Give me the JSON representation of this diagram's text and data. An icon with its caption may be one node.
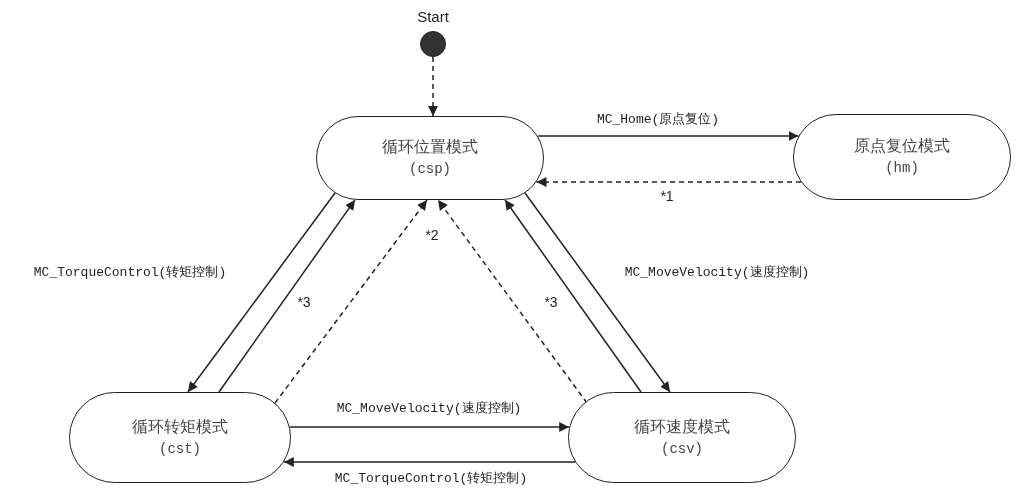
{
  "diagram": {
    "nodes": [
      {
        "text": [],
        "shape": "circle",
        "beside": [
          "Start"
        ]
      },
      {
        "text": [
          "循环位置模式",
          "(csp)"
        ]
      },
      {
        "text": [
          "原点复位模式",
          "(hm)"
        ]
      },
      {
        "text": [
          "循环转矩模式",
          "(cst)"
        ]
      },
      {
        "text": [
          "循环速度模式",
          "(csv)"
        ]
      }
    ],
    "edges": [
      {
        "from": 0,
        "to": 1,
        "arrow": "to",
        "style": "dashed"
      },
      {
        "from": 1,
        "to": 2,
        "arrow": "to",
        "label": "MC_Home(原点复位)"
      },
      {
        "from": 2,
        "to": 1,
        "arrow": "to",
        "style": "dashed",
        "label": "*1"
      },
      {
        "from": 1,
        "to": 3,
        "arrow": "to",
        "label": "MC_TorqueControl(转矩控制)"
      },
      {
        "from": 3,
        "to": 1,
        "arrow": "to",
        "label": "*3"
      },
      {
        "from": 3,
        "to": 1,
        "arrow": "to",
        "style": "dashed"
      },
      {
        "from": 4,
        "to": 1,
        "arrow": "to",
        "style": "dashed"
      },
      {
        "from": 4,
        "to": 1,
        "arrow": "to",
        "label": "*3"
      },
      {
        "from": 1,
        "to": 4,
        "arrow": "to",
        "label": "MC_MoveVelocity(速度控制)"
      },
      {
        "from": 3,
        "to": 4,
        "arrow": "to",
        "label": "MC_MoveVelocity(速度控制)"
      },
      {
        "from": 4,
        "to": 3,
        "arrow": "to",
        "label": "MC_TorqueControl(转矩控制)"
      }
    ],
    "labels": [
      "*2"
    ]
  }
}
